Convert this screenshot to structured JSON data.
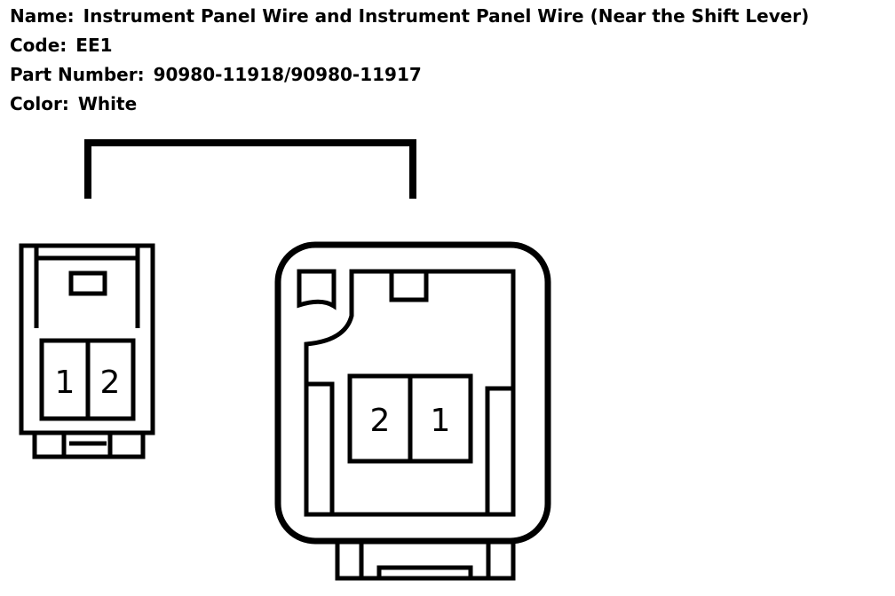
{
  "info": {
    "name_label": "Name:",
    "name_value": "Instrument Panel Wire and Instrument Panel Wire (Near the Shift Lever)",
    "code_label": "Code:",
    "code_value": "EE1",
    "part_label": "Part Number:",
    "part_value": "90980-11918/90980-11917",
    "color_label": "Color:",
    "color_value": "White"
  },
  "connectors": {
    "small": {
      "pins": [
        "1",
        "2"
      ]
    },
    "large": {
      "pins": [
        "2",
        "1"
      ]
    }
  }
}
